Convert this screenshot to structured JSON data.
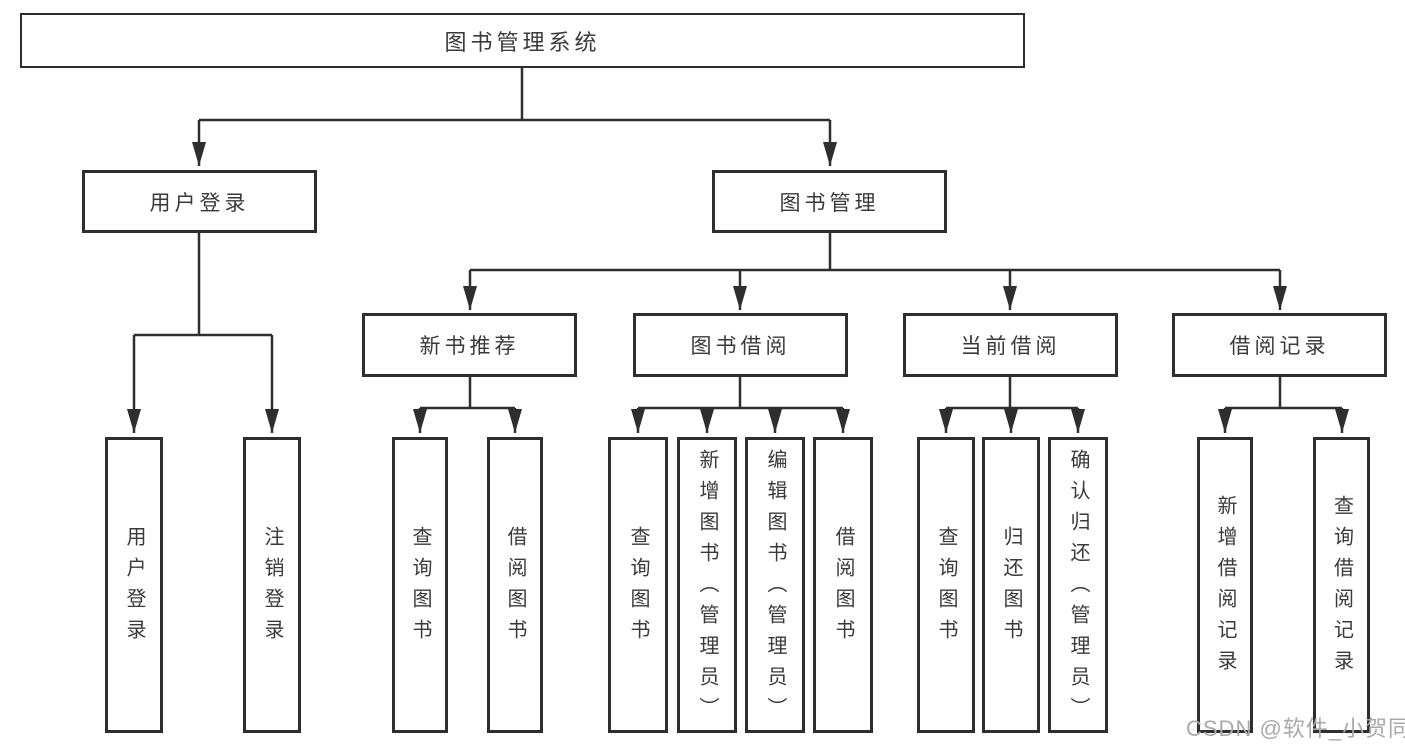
{
  "root": {
    "label": "图书管理系统"
  },
  "level2": [
    {
      "id": "user-login",
      "label": "用户登录"
    },
    {
      "id": "book-management",
      "label": "图书管理"
    }
  ],
  "level3": [
    {
      "id": "new-book-recommend",
      "label": "新书推荐"
    },
    {
      "id": "book-borrowing",
      "label": "图书借阅"
    },
    {
      "id": "current-borrowing",
      "label": "当前借阅"
    },
    {
      "id": "borrow-records",
      "label": "借阅记录"
    }
  ],
  "leaves": {
    "user_login": [
      "用户登录",
      "注销登录"
    ],
    "new_book": [
      "查询图书",
      "借阅图书"
    ],
    "book_borrowing": [
      "查询图书",
      "新增图书（管理员）",
      "编辑图书（管理员）",
      "借阅图书"
    ],
    "current_borrowing": [
      "查询图书",
      "归还图书",
      "确认归还（管理员）"
    ],
    "borrow_records": [
      "新增借阅记录",
      "查询借阅记录"
    ]
  },
  "watermark": {
    "text": "CSDN @软件_小贺同学"
  },
  "colors": {
    "line": "#2e2e2e",
    "box_border": "#2e2e2e",
    "text": "#3a3a3a",
    "watermark": "#a9a9a9",
    "background": "#ffffff"
  }
}
